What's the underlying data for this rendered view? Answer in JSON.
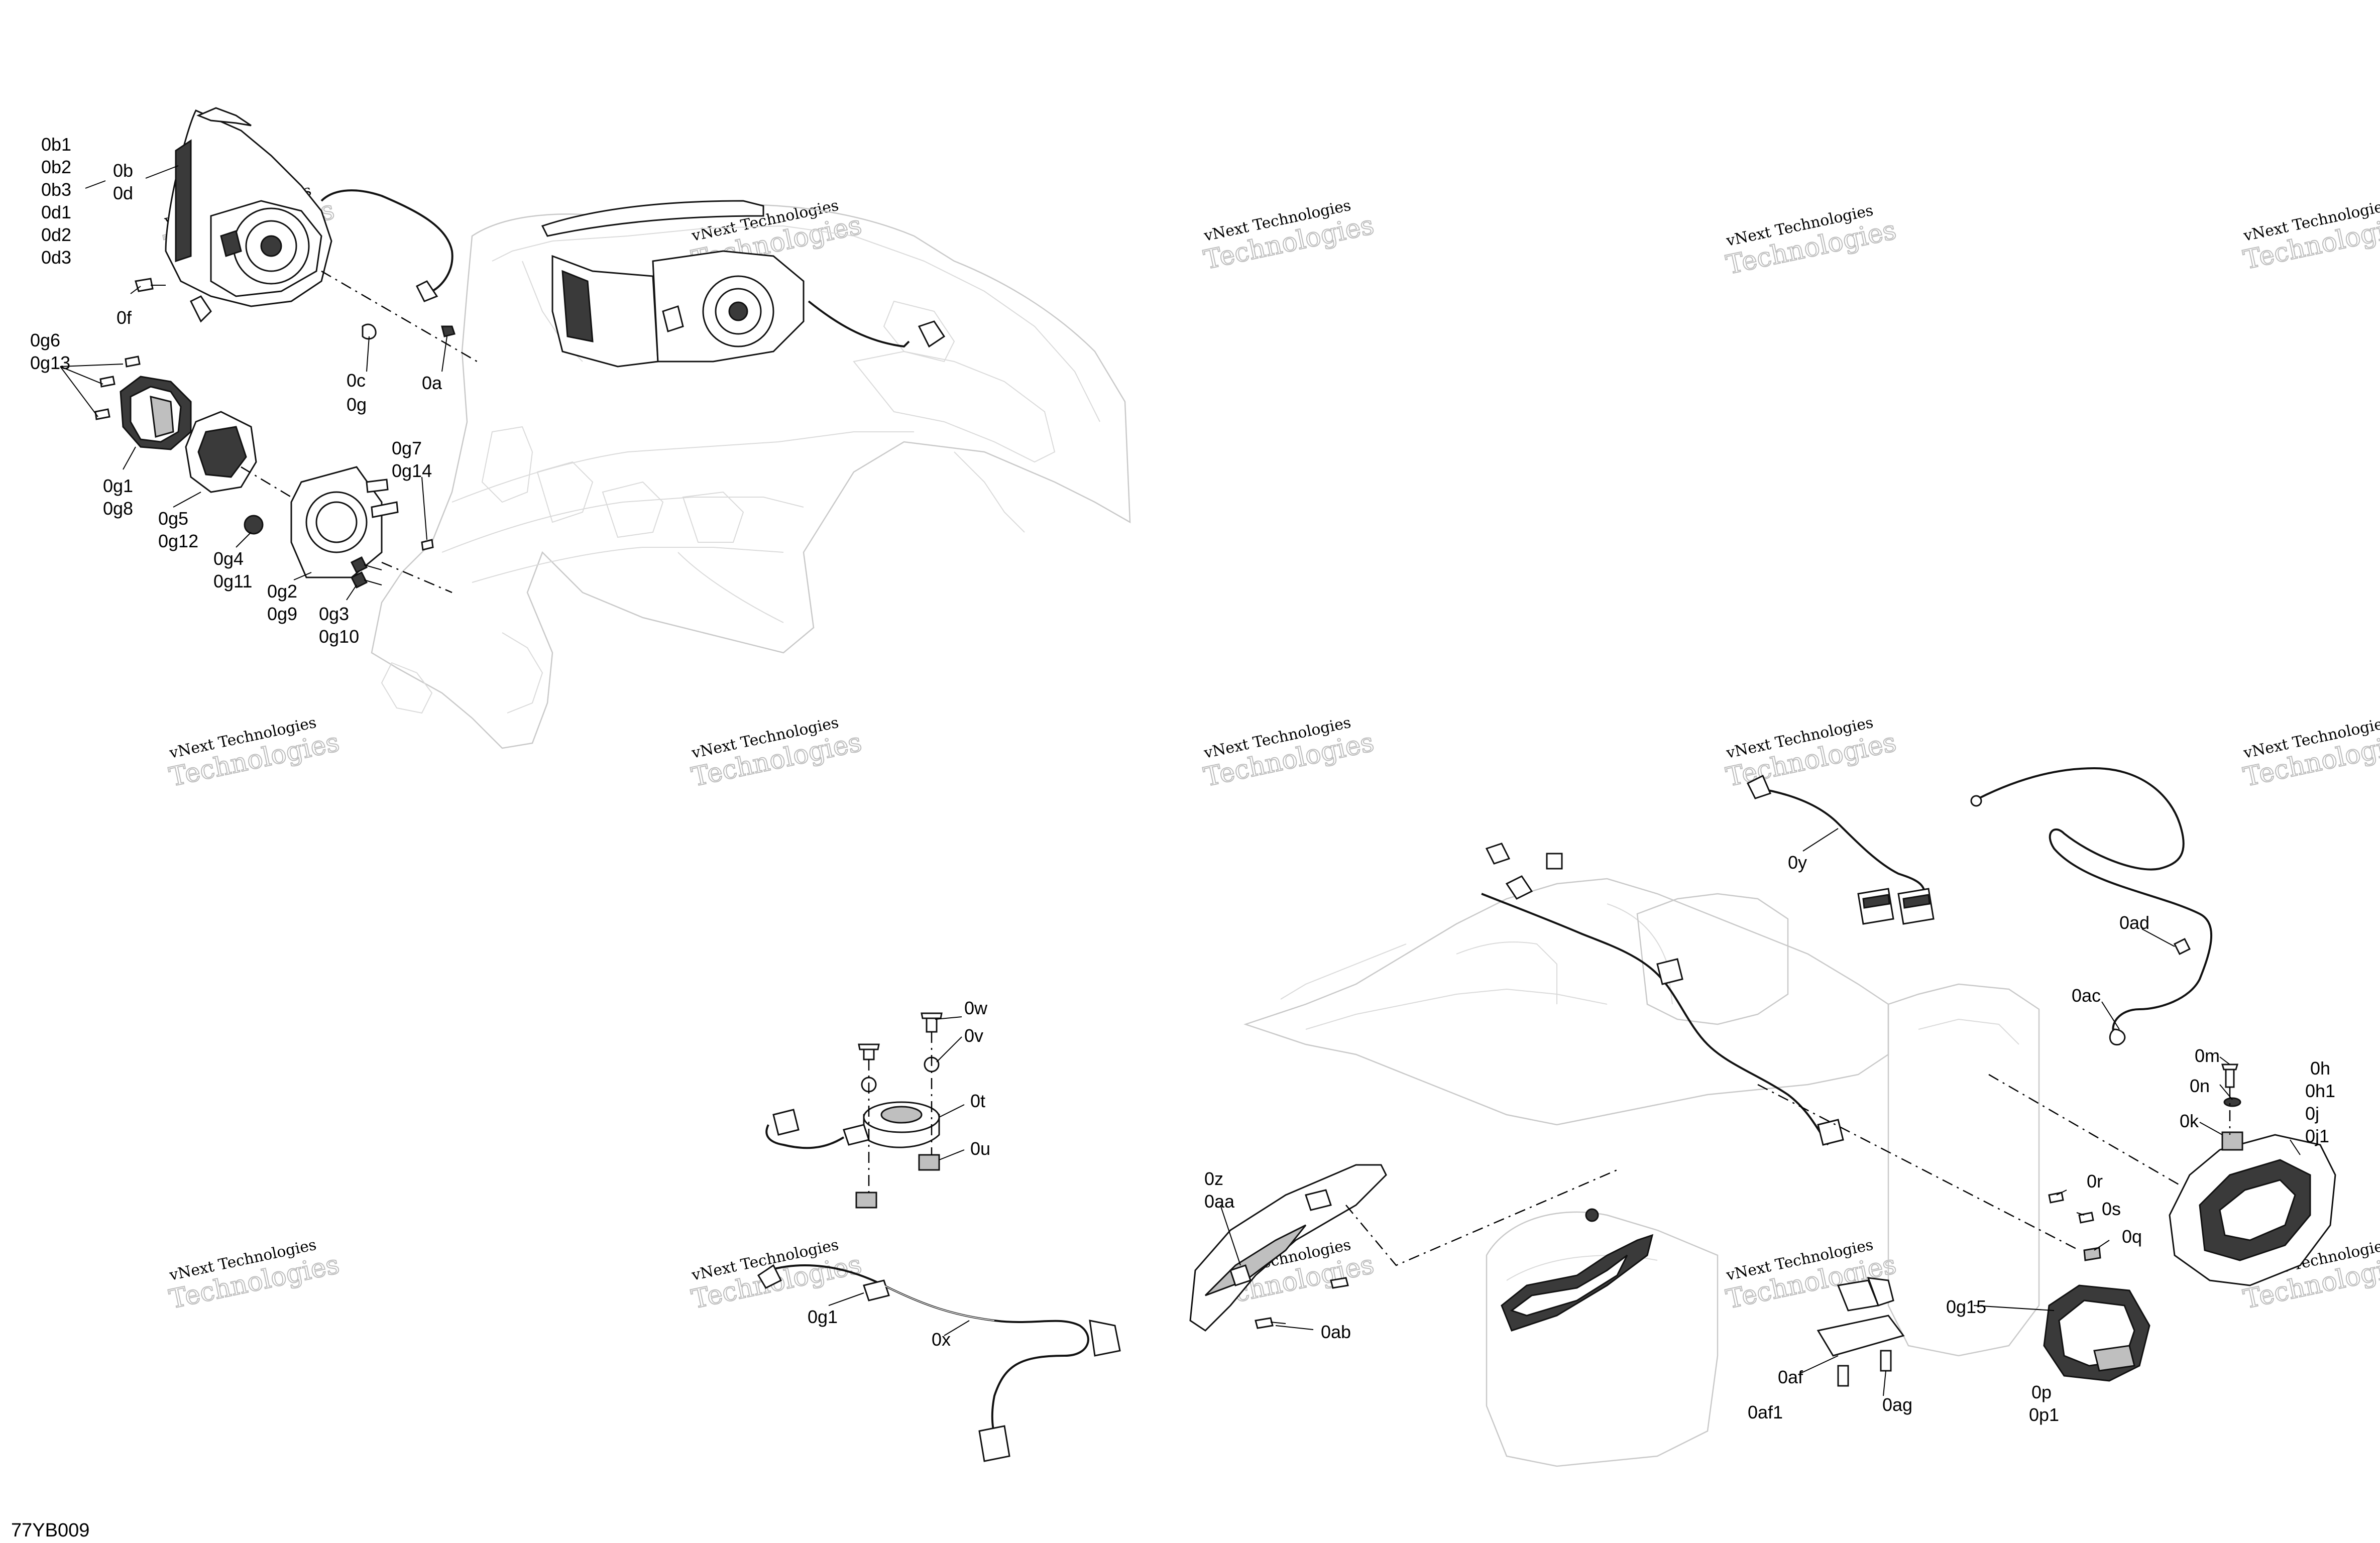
{
  "diagram_code": "77YB009",
  "watermark": {
    "line1": "vNext Technologies",
    "line2": "Technologies"
  },
  "callouts": {
    "front_headlamp": {
      "0b1": "0b1",
      "0b2": "0b2",
      "0b3": "0b3",
      "0d1": "0d1",
      "0d2": "0d2",
      "0d3": "0d3",
      "0b": "0b",
      "0d": "0d",
      "0f": "0f",
      "0c": "0c",
      "0g": "0g",
      "0a": "0a"
    },
    "fog_light": {
      "0g6": "0g6",
      "0g13": "0g13",
      "0g1": "0g1",
      "0g8": "0g8",
      "0g5": "0g5",
      "0g12": "0g12",
      "0g4": "0g4",
      "0g11": "0g11",
      "0g2": "0g2",
      "0g9": "0g9",
      "0g3": "0g3",
      "0g10": "0g10",
      "0g7": "0g7",
      "0g14": "0g14"
    },
    "horn": {
      "0w": "0w",
      "0v": "0v",
      "0t": "0t",
      "0u": "0u"
    },
    "harness": {
      "0g1": "0g1",
      "0x": "0x"
    },
    "side_bracket": {
      "0z": "0z",
      "0aa": "0aa",
      "0ab": "0ab"
    },
    "rear": {
      "0y": "0y",
      "0ad": "0ad",
      "0ac": "0ac",
      "0m": "0m",
      "0n": "0n",
      "0k": "0k",
      "0h": "0h",
      "0h1": "0h1",
      "0j": "0j",
      "0j1": "0j1",
      "0r": "0r",
      "0s": "0s",
      "0q": "0q",
      "0g15": "0g15",
      "0p": "0p",
      "0p1": "0p1",
      "0af": "0af",
      "0af1": "0af1",
      "0ag": "0ag"
    }
  }
}
